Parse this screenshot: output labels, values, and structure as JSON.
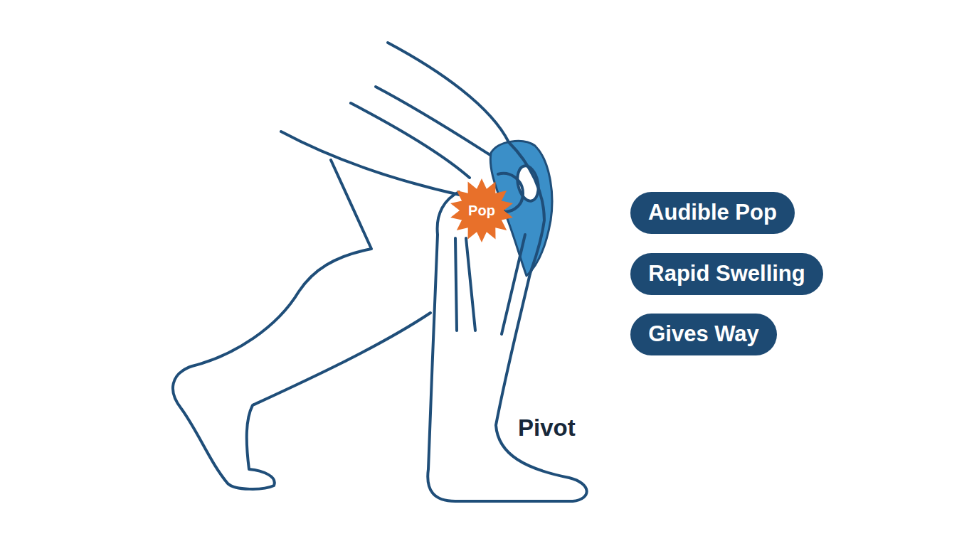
{
  "diagram": {
    "nodes": [
      {
        "text": [
          "Pop"
        ]
      },
      {
        "text": [
          "Audible Pop"
        ]
      },
      {
        "text": [
          "Rapid Swelling"
        ]
      },
      {
        "text": [
          "Gives Way"
        ]
      }
    ],
    "labels": [
      "Pivot"
    ]
  }
}
